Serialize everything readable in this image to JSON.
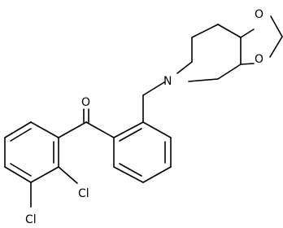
{
  "molecule": {
    "atom_labels": {
      "ketone_oxygen": "O",
      "piperidine_nitrogen": "N",
      "dioxolane_oxygen_top": "O",
      "dioxolane_oxygen_bottom": "O",
      "chlorine_2": "Cl",
      "chlorine_3": "Cl"
    }
  }
}
